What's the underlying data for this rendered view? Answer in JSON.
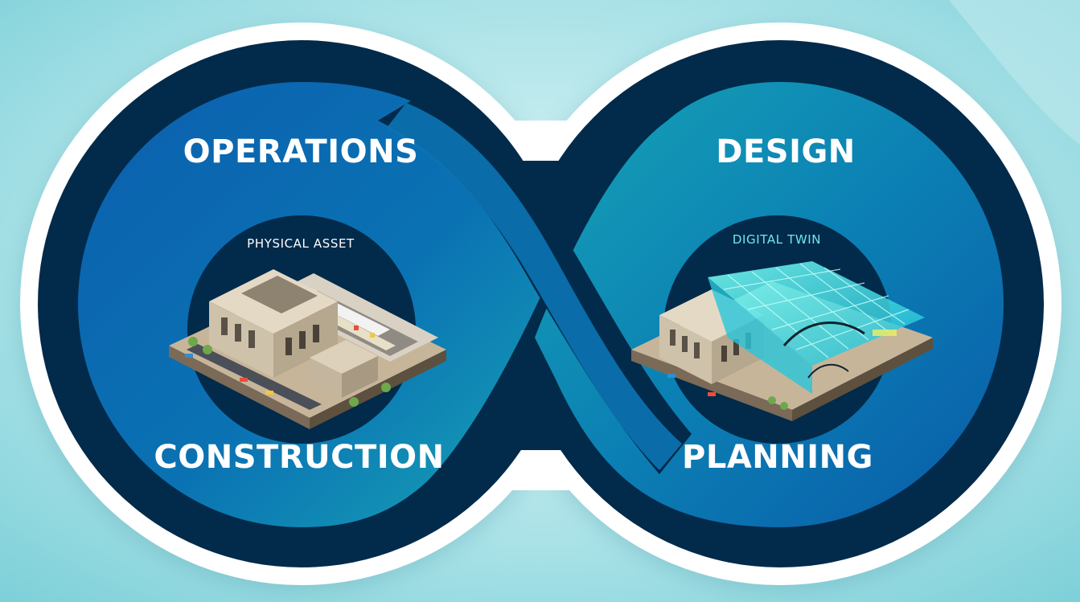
{
  "labels": {
    "operations": "OPERATIONS",
    "design": "DESIGN",
    "construction": "CONSTRUCTION",
    "planning": "PLANNING",
    "physical_asset": "PHYSICAL ASSET",
    "digital_twin": "DIGITAL TWIN"
  },
  "colors": {
    "background": "#9fdde3",
    "outer_ring": "#ffffff",
    "band": "#022a4a",
    "loop_blue": "#0a6fb0",
    "loop_teal": "#1596b0",
    "hub": "#022a4a",
    "twin_glow": "#3ff0f0"
  }
}
